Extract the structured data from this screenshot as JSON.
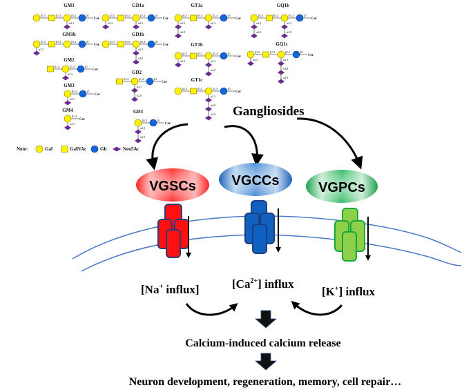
{
  "colors": {
    "gal": "#FFF200",
    "galnac": "#FFF200",
    "glc": "#1565D8",
    "neu5ac": "#6A2C91",
    "vgsc": "#FF1010",
    "vgcc": "#1060C0",
    "vgpc": "#8ED04A",
    "vgpc_edge": "#16A83A",
    "membrane": "#4A78C8"
  },
  "gangliosides": [
    {
      "name": "GM1",
      "chain": [
        "Gal",
        "GalNAc",
        "Gal",
        "Glc"
      ],
      "links": [
        "β1,3",
        "β1,4",
        "β1,4",
        "β1"
      ],
      "branches": [
        {
          "on": 2,
          "sialic": [
            "α2,3"
          ]
        }
      ]
    },
    {
      "name": "GD1a",
      "chain": [
        "Gal",
        "GalNAc",
        "Gal",
        "Glc"
      ],
      "links": [
        "β1,3",
        "β1,4",
        "β1,4",
        "β1"
      ],
      "branches": [
        {
          "on": 0,
          "sialic": [
            "α2,3"
          ]
        },
        {
          "on": 2,
          "sialic": [
            "α2,3"
          ]
        }
      ]
    },
    {
      "name": "GT1a",
      "chain": [
        "Gal",
        "GalNAc",
        "Gal",
        "Glc"
      ],
      "links": [
        "β1,3",
        "β1,4",
        "β1,4",
        "β1"
      ],
      "branches": [
        {
          "on": 0,
          "sialic": [
            "α2,3",
            "α2,8"
          ]
        },
        {
          "on": 2,
          "sialic": [
            "α2,3"
          ]
        }
      ]
    },
    {
      "name": "GQ1b",
      "chain": [
        "Gal",
        "GalNAc",
        "Gal",
        "Glc"
      ],
      "links": [
        "β1,3",
        "β1,4",
        "β1,4",
        "β1"
      ],
      "branches": [
        {
          "on": 0,
          "sialic": [
            "α2,3",
            "α2,8"
          ]
        },
        {
          "on": 2,
          "sialic": [
            "α2,3",
            "α2,8"
          ]
        }
      ]
    },
    {
      "name": "GM1b",
      "chain": [
        "Gal",
        "GalNAc",
        "Gal",
        "Glc"
      ],
      "links": [
        "β1,3",
        "β1,4",
        "β1,4",
        "β1"
      ],
      "branches": [
        {
          "on": 0,
          "sialic": [
            "α2,3"
          ]
        }
      ]
    },
    {
      "name": "GD1b",
      "chain": [
        "Gal",
        "GalNAc",
        "Gal",
        "Glc"
      ],
      "links": [
        "β1,3",
        "β1,4",
        "β1,4",
        "β1"
      ],
      "branches": [
        {
          "on": 2,
          "sialic": [
            "α2,3",
            "α2,8"
          ]
        }
      ]
    },
    {
      "name": "GT1b",
      "chain": [
        "Gal",
        "GalNAc",
        "Gal",
        "Glc"
      ],
      "links": [
        "β1,3",
        "β1,4",
        "β1,4",
        "β1"
      ],
      "branches": [
        {
          "on": 0,
          "sialic": [
            "α2,3"
          ]
        },
        {
          "on": 2,
          "sialic": [
            "α2,3",
            "α2,8"
          ]
        }
      ]
    },
    {
      "name": "GQ1c",
      "chain": [
        "Gal",
        "GalNAc",
        "Gal",
        "Glc"
      ],
      "links": [
        "β1,3",
        "β1,4",
        "β1,4",
        "β1"
      ],
      "branches": [
        {
          "on": 0,
          "sialic": [
            "α2,3"
          ]
        },
        {
          "on": 2,
          "sialic": [
            "α2,3",
            "α2,8",
            "α2,8"
          ]
        }
      ]
    },
    {
      "name": "GM2",
      "chain": [
        "GalNAc",
        "Gal",
        "Glc"
      ],
      "links": [
        "β1,4",
        "β1,4",
        "β1"
      ],
      "branches": [
        {
          "on": 1,
          "sialic": [
            "α2,3"
          ]
        }
      ]
    },
    {
      "name": "GD2",
      "chain": [
        "GalNAc",
        "Gal",
        "Glc"
      ],
      "links": [
        "β1,4",
        "β1,4",
        "β1"
      ],
      "branches": [
        {
          "on": 1,
          "sialic": [
            "α2,3",
            "α2,8"
          ]
        }
      ]
    },
    {
      "name": "GM3",
      "chain": [
        "Gal",
        "Glc"
      ],
      "links": [
        "β1,4",
        "β1"
      ],
      "branches": [
        {
          "on": 0,
          "sialic": [
            "α2,3"
          ]
        }
      ]
    },
    {
      "name": "GT1c",
      "chain": [
        "Gal",
        "GalNAc",
        "Gal",
        "Glc"
      ],
      "links": [
        "β1,3",
        "β1,4",
        "β1,4",
        "β1"
      ],
      "branches": [
        {
          "on": 2,
          "sialic": [
            "α2,3",
            "α2,8",
            "α2,8"
          ]
        }
      ]
    },
    {
      "name": "GM4",
      "chain": [
        "Gal"
      ],
      "links": [
        "β1,4"
      ],
      "branches": [
        {
          "on": 0,
          "sialic": [
            "α2,3"
          ]
        }
      ]
    },
    {
      "name": "GD3",
      "chain": [
        "Gal",
        "Glc"
      ],
      "links": [
        "β1,4",
        "β1"
      ],
      "branches": [
        {
          "on": 0,
          "sialic": [
            "α2,3",
            "α2,8"
          ]
        }
      ]
    }
  ],
  "ceramide_label": "Cer",
  "legend": {
    "title": "Note:",
    "items": [
      {
        "shape": "circle",
        "color_key": "gal",
        "label": "Gal"
      },
      {
        "shape": "square",
        "color_key": "galnac",
        "label": "GalNAc"
      },
      {
        "shape": "circle",
        "color_key": "glc",
        "label": "Glc"
      },
      {
        "shape": "diamond",
        "color_key": "neu5ac",
        "label": "Neu5Ac"
      }
    ]
  },
  "gangliosides_label": "Gangliosides",
  "channels": [
    {
      "id": "vgsc",
      "label": "VGSCs",
      "ion_main": "[Na",
      "ion_sup": "+",
      "ion_tail": " influx]"
    },
    {
      "id": "vgcc",
      "label": "VGCCs",
      "ion_main": "[Ca",
      "ion_sup": "2+",
      "ion_tail": "] influx"
    },
    {
      "id": "vgpc",
      "label": "VGPCs",
      "ion_main": "[K",
      "ion_sup": "+",
      "ion_tail": "] influx"
    }
  ],
  "steps": [
    "Calcium-induced calcium release",
    "Neuron development, regeneration, memory, cell repair…"
  ]
}
